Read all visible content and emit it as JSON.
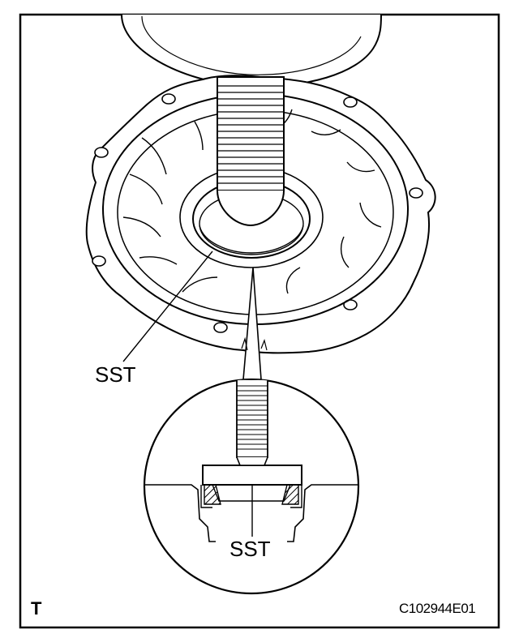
{
  "labels": {
    "sst_callout_upper": "SST",
    "sst_callout_detail": "SST",
    "corner_mark": "T",
    "figure_code": "C102944E01"
  },
  "colors": {
    "line": "#000000",
    "background": "#ffffff",
    "hatch": "#000000"
  }
}
